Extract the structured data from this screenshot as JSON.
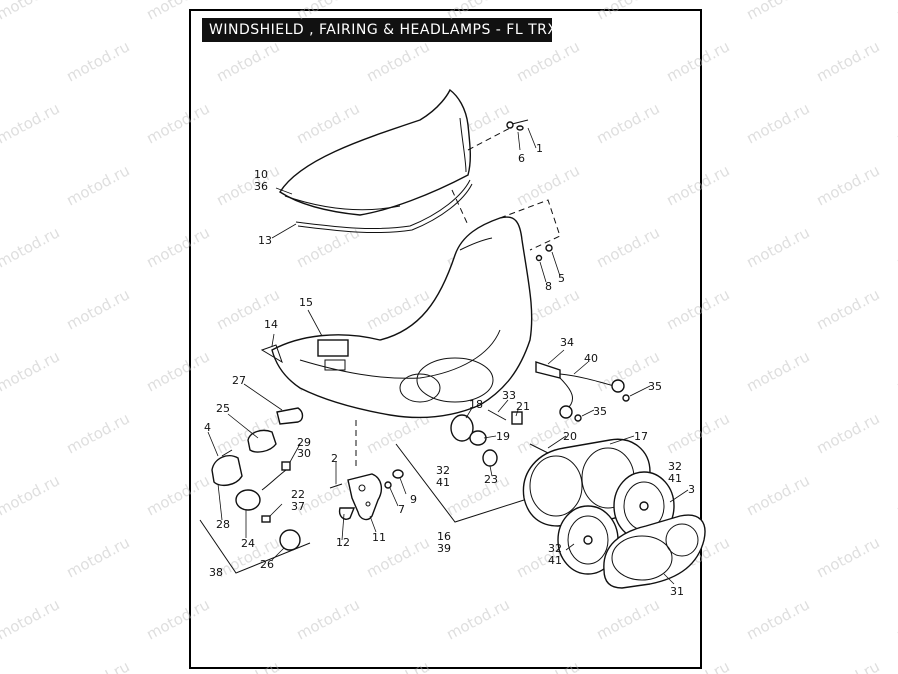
{
  "title": "WINDSHIELD , FAIRING & HEADLAMPS - FL TRX",
  "watermark": "motod.ru",
  "callouts": [
    {
      "id": "c1",
      "text": "1"
    },
    {
      "id": "c6",
      "text": "6"
    },
    {
      "id": "c10",
      "text": "10"
    },
    {
      "id": "c36",
      "text": "36"
    },
    {
      "id": "c13",
      "text": "13"
    },
    {
      "id": "c5",
      "text": "5"
    },
    {
      "id": "c8",
      "text": "8"
    },
    {
      "id": "c15",
      "text": "15"
    },
    {
      "id": "c14",
      "text": "14"
    },
    {
      "id": "c34",
      "text": "34"
    },
    {
      "id": "c40",
      "text": "40"
    },
    {
      "id": "c35a",
      "text": "35"
    },
    {
      "id": "c35b",
      "text": "35"
    },
    {
      "id": "c27",
      "text": "27"
    },
    {
      "id": "c25",
      "text": "25"
    },
    {
      "id": "c4",
      "text": "4"
    },
    {
      "id": "c29",
      "text": "29"
    },
    {
      "id": "c30",
      "text": "30"
    },
    {
      "id": "c33",
      "text": "33"
    },
    {
      "id": "c21",
      "text": "21"
    },
    {
      "id": "c18",
      "text": "18"
    },
    {
      "id": "c19",
      "text": "19"
    },
    {
      "id": "c20",
      "text": "20"
    },
    {
      "id": "c17",
      "text": "17"
    },
    {
      "id": "c2",
      "text": "2"
    },
    {
      "id": "c32a",
      "text": "32"
    },
    {
      "id": "c41a",
      "text": "41"
    },
    {
      "id": "c23",
      "text": "23"
    },
    {
      "id": "c9",
      "text": "9"
    },
    {
      "id": "c7",
      "text": "7"
    },
    {
      "id": "c22",
      "text": "22"
    },
    {
      "id": "c37",
      "text": "37"
    },
    {
      "id": "c28",
      "text": "28"
    },
    {
      "id": "c24",
      "text": "24"
    },
    {
      "id": "c12",
      "text": "12"
    },
    {
      "id": "c11",
      "text": "11"
    },
    {
      "id": "c16",
      "text": "16"
    },
    {
      "id": "c39",
      "text": "39"
    },
    {
      "id": "c32b",
      "text": "32"
    },
    {
      "id": "c41b",
      "text": "41"
    },
    {
      "id": "c3",
      "text": "3"
    },
    {
      "id": "c32c",
      "text": "32"
    },
    {
      "id": "c41c",
      "text": "41"
    },
    {
      "id": "c26",
      "text": "26"
    },
    {
      "id": "c38",
      "text": "38"
    },
    {
      "id": "c31",
      "text": "31"
    }
  ]
}
